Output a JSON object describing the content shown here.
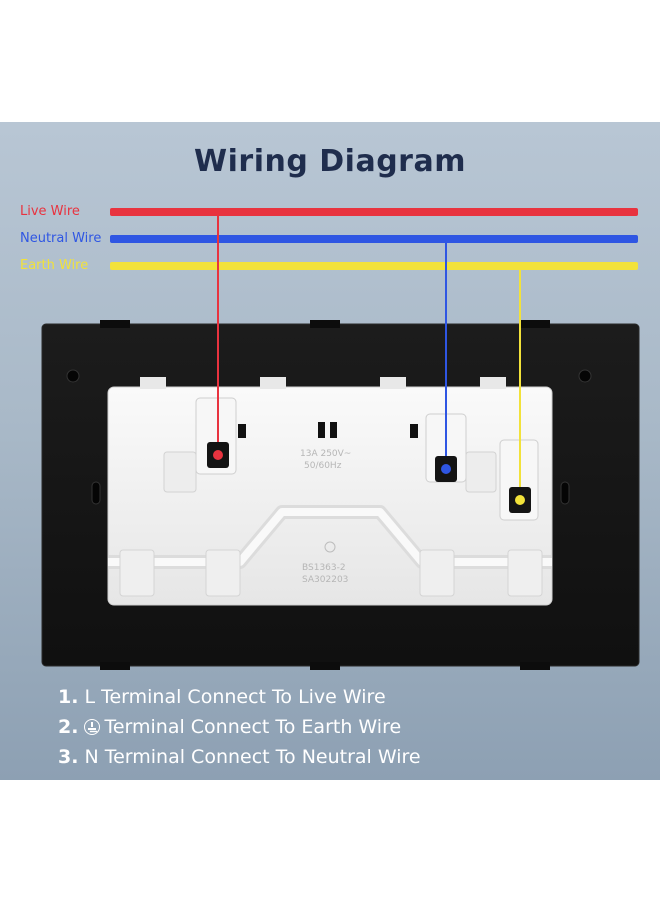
{
  "title": "Wiring Diagram",
  "wires": [
    {
      "id": "live",
      "label": "Live Wire",
      "color": "#e8333f"
    },
    {
      "id": "neutral",
      "label": "Neutral Wire",
      "color": "#2f56e3"
    },
    {
      "id": "earth",
      "label": "Earth Wire",
      "color": "#f2e23a"
    }
  ],
  "socket": {
    "rating_line1": "13A 250V~",
    "rating_line2": "50/60Hz",
    "standard_line1": "BS1363-2",
    "standard_line2": "SA302203"
  },
  "steps": [
    {
      "num": "1.",
      "terminal": "L",
      "text": "Terminal Connect To Live Wire"
    },
    {
      "num": "2.",
      "terminal": "earth-symbol",
      "text": "Terminal Connect To Earth Wire"
    },
    {
      "num": "3.",
      "terminal": "N",
      "text": "Terminal Connect To Neutral Wire"
    }
  ],
  "colors": {
    "title": "#1f2d4d",
    "plate": "#161616",
    "module": "#f2f2f2",
    "background": "#a9b9c8"
  }
}
